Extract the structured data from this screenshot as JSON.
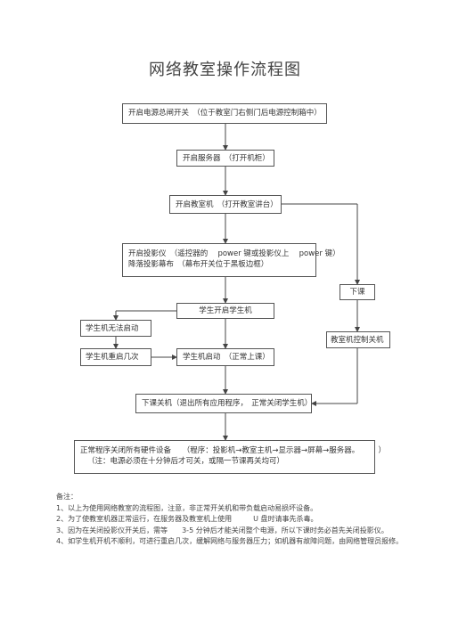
{
  "title": "网络教室操作流程图",
  "steps": {
    "power": "开启电源总闸开关　（位于教室门右侧门后电源控制箱中）",
    "server": "开启服务器　（打开机柜）",
    "teacher_pc": "开启教室机　（打开教室讲台）",
    "projector_line1": "开启投影仪　（遥控器的　 power 键或投影仪上　 power 键）",
    "projector_line2": "降落投影幕布　（幕布开关位于黑板边框）",
    "student_boot": "学生开启学生机",
    "student_fail": "学生机无法启动",
    "student_restart": "学生机重启几次",
    "student_ok": "学生机启动　（正常上课）",
    "class_end": "下课",
    "teacher_control_off": "教室机控制关机",
    "shutdown": "下课关机（退出所有应用程序，　正常关闭学生机）",
    "final_line1": "正常程序关闭所有硬件设备　　（程序：投影机→教室主机→显示器→屏幕→服务器。　　　）",
    "final_line2": "（注：电源必须在十分钟后才可关，或隔一节课再关均可）"
  },
  "notes": {
    "heading": "备注：",
    "items": [
      "1、以上为使用网络教室的流程图，注意，非正常开关机和带负载启动易损坏设备。",
      "2、为了使教室机器正常运行，在服务器及教室机上使用　　　U 盘时请事先杀毒。",
      "3、因为在关闭投影仪开关后，需等　　3-5 分钟后才能关闭整个电源，所以下课时务必首先关闭投影仪。",
      "4、如学生机开机不顺利，可进行重启几次，缓解网络与服务器压力；如机器有故障问题，由网络管理员报修。"
    ]
  }
}
